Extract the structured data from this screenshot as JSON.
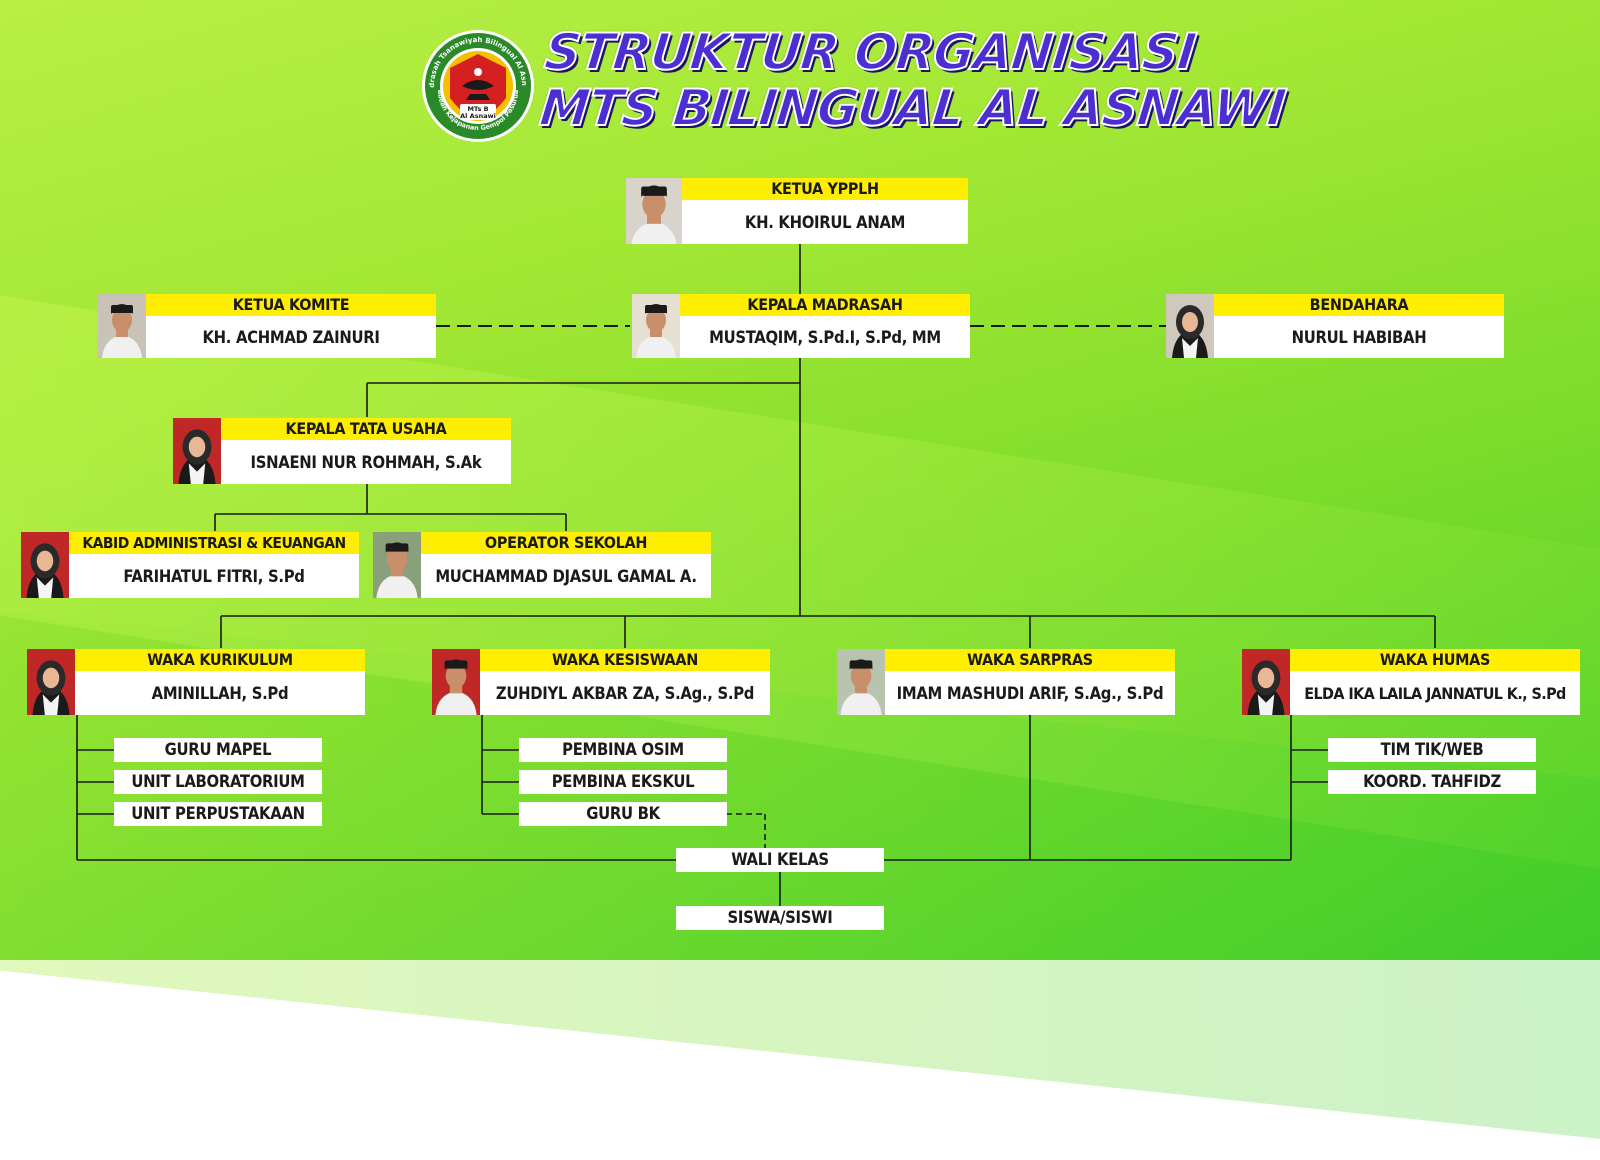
{
  "header": {
    "title_line1": "STRUKTUR ORGANISASI",
    "title_line2": "MTS BILINGUAL AL ASNAWI",
    "logo": {
      "ring_text": "Madrasah Tsanawiyah Bilingual Al Asnawi",
      "ring_text_bottom": "Pabean Kejapanan Gempol Pasuruan",
      "center_line1": "MTs B",
      "center_line2": "Al Asnawi",
      "colors": {
        "ring": "#2a8a2a",
        "inner": "#d42020",
        "accent": "#f5c000"
      }
    }
  },
  "positions": [
    {
      "key": "ketua_yypplh",
      "role": "KETUA YPPLH",
      "name": "KH. KHOIRUL ANAM",
      "photo": "man-photo"
    },
    {
      "key": "ketua_komite",
      "role": "KETUA KOMITE",
      "name": "KH. ACHMAD ZAINURI",
      "photo": "man-photo"
    },
    {
      "key": "kepala_madrasah",
      "role": "KEPALA MADRASAH",
      "name": "MUSTAQIM, S.Pd.I, S.Pd, MM",
      "photo": "man-photo"
    },
    {
      "key": "bendahara",
      "role": "BENDAHARA",
      "name": "NURUL HABIBAH",
      "photo": "woman-photo"
    },
    {
      "key": "kepala_tu",
      "role": "KEPALA TATA USAHA",
      "name": "ISNAENI NUR ROHMAH, S.Ak",
      "photo": "woman-photo"
    },
    {
      "key": "kabid_admin",
      "role": "KABID ADMINISTRASI & KEUANGAN",
      "name": "FARIHATUL FITRI, S.Pd",
      "photo": "woman-photo"
    },
    {
      "key": "operator",
      "role": "OPERATOR SEKOLAH",
      "name": "MUCHAMMAD DJASUL GAMAL A.",
      "photo": "man-photo"
    },
    {
      "key": "waka_kurikulum",
      "role": "WAKA KURIKULUM",
      "name": "AMINILLAH, S.Pd",
      "photo": "woman-photo"
    },
    {
      "key": "waka_kesiswaan",
      "role": "WAKA KESISWAAN",
      "name": "ZUHDIYL AKBAR ZA, S.Ag., S.Pd",
      "photo": "man-photo"
    },
    {
      "key": "waka_sarpras",
      "role": "WAKA SARPRAS",
      "name": "IMAM MASHUDI ARIF, S.Ag., S.Pd",
      "photo": "man-photo"
    },
    {
      "key": "waka_humas",
      "role": "WAKA HUMAS",
      "name": "ELDA IKA LAILA JANNATUL K., S.Pd",
      "photo": "woman-photo"
    }
  ],
  "units": {
    "kurikulum": [
      "GURU MAPEL",
      "UNIT LABORATORIUM",
      "UNIT PERPUSTAKAAN"
    ],
    "kesiswaan": [
      "PEMBINA OSIM",
      "PEMBINA EKSKUL",
      "GURU BK"
    ],
    "humas": [
      "TIM TIK/WEB",
      "KOORD. TAHFIDZ"
    ],
    "bottom": [
      "WALI KELAS",
      "SISWA/SISWI"
    ]
  },
  "colors": {
    "role_band": "#ffee00",
    "name_band": "#ffffff",
    "title_text": "#4b2fd0",
    "lines": "#1a1a1a"
  }
}
